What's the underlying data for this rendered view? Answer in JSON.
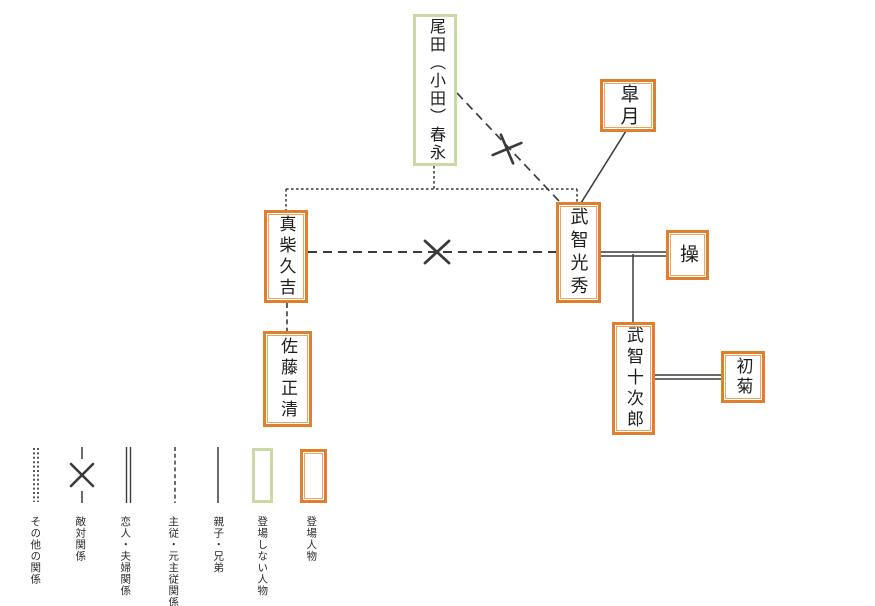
{
  "diagram": {
    "nodes": [
      {
        "id": "oda-harunaga",
        "label": "尾田（小田）春永",
        "status": "登場しない人物"
      },
      {
        "id": "satsuki",
        "label": "皐月",
        "status": "登場人物"
      },
      {
        "id": "takechi-mitsuhide",
        "label": "武智光秀",
        "status": "登場人物"
      },
      {
        "id": "misao",
        "label": "操",
        "status": "登場人物"
      },
      {
        "id": "mashiba-hisayoshi",
        "label": "真柴久吉",
        "status": "登場人物"
      },
      {
        "id": "sato-masakiyo",
        "label": "佐藤正清",
        "status": "登場人物"
      },
      {
        "id": "takechi-jujiro",
        "label": "武智十次郎",
        "status": "登場人物"
      },
      {
        "id": "hatsugiku",
        "label": "初菊",
        "status": "登場人物"
      }
    ],
    "edges": [
      {
        "from": "尾田（小田）春永",
        "to": "武智光秀",
        "type": "敵対関係"
      },
      {
        "from": "尾田（小田）春永",
        "to": "真柴久吉・武智光秀",
        "type": "主従・元主従関係"
      },
      {
        "from": "皐月",
        "to": "武智光秀",
        "type": "親子・兄弟"
      },
      {
        "from": "真柴久吉",
        "to": "武智光秀",
        "type": "敵対関係"
      },
      {
        "from": "真柴久吉",
        "to": "佐藤正清",
        "type": "主従・元主従関係"
      },
      {
        "from": "武智光秀",
        "to": "操",
        "type": "恋人・夫婦関係"
      },
      {
        "from": "武智光秀・操",
        "to": "武智十次郎",
        "type": "親子・兄弟"
      },
      {
        "from": "武智十次郎",
        "to": "初菊",
        "type": "恋人・夫婦関係"
      }
    ]
  },
  "legend": {
    "items": [
      {
        "symbol": "double-dotted-line",
        "label": "その他の関係"
      },
      {
        "symbol": "dashed-line-with-x",
        "label": "敵対関係"
      },
      {
        "symbol": "double-solid-line",
        "label": "恋人・夫婦関係"
      },
      {
        "symbol": "dashed-line",
        "label": "主従・元主従関係"
      },
      {
        "symbol": "solid-line",
        "label": "親子・兄弟"
      },
      {
        "symbol": "green-box",
        "label": "登場しない人物"
      },
      {
        "symbol": "orange-box",
        "label": "登場人物"
      }
    ]
  },
  "colors": {
    "appearing_border": "#E0802E",
    "appearing_inner_border": "#EBA55E",
    "not_appearing_border": "#CBDAA5",
    "line": "#3C3C3C",
    "text": "#1E1E1E",
    "background": "#FFFFFF"
  }
}
